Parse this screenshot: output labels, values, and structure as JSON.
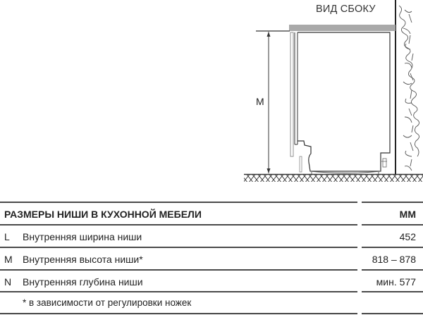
{
  "diagram": {
    "view_label": "ВИД СБОКУ",
    "dimension_label": "M",
    "colors": {
      "countertop": "#a9a9a9",
      "lines": "#333333",
      "wall_texture": "#555555"
    }
  },
  "table": {
    "header": {
      "title": "РАЗМЕРЫ НИШИ В КУХОННОЙ МЕБЕЛИ",
      "unit": "MM"
    },
    "rows": [
      {
        "letter": "L",
        "label": "Внутренняя ширина ниши",
        "value": "452"
      },
      {
        "letter": "M",
        "label": "Внутренняя высота ниши*",
        "value": "818 – 878"
      },
      {
        "letter": "N",
        "label": "Внутренняя глубина ниши",
        "value": "мин. 577"
      }
    ],
    "footnote": "* в зависимости от регулировки ножек"
  }
}
